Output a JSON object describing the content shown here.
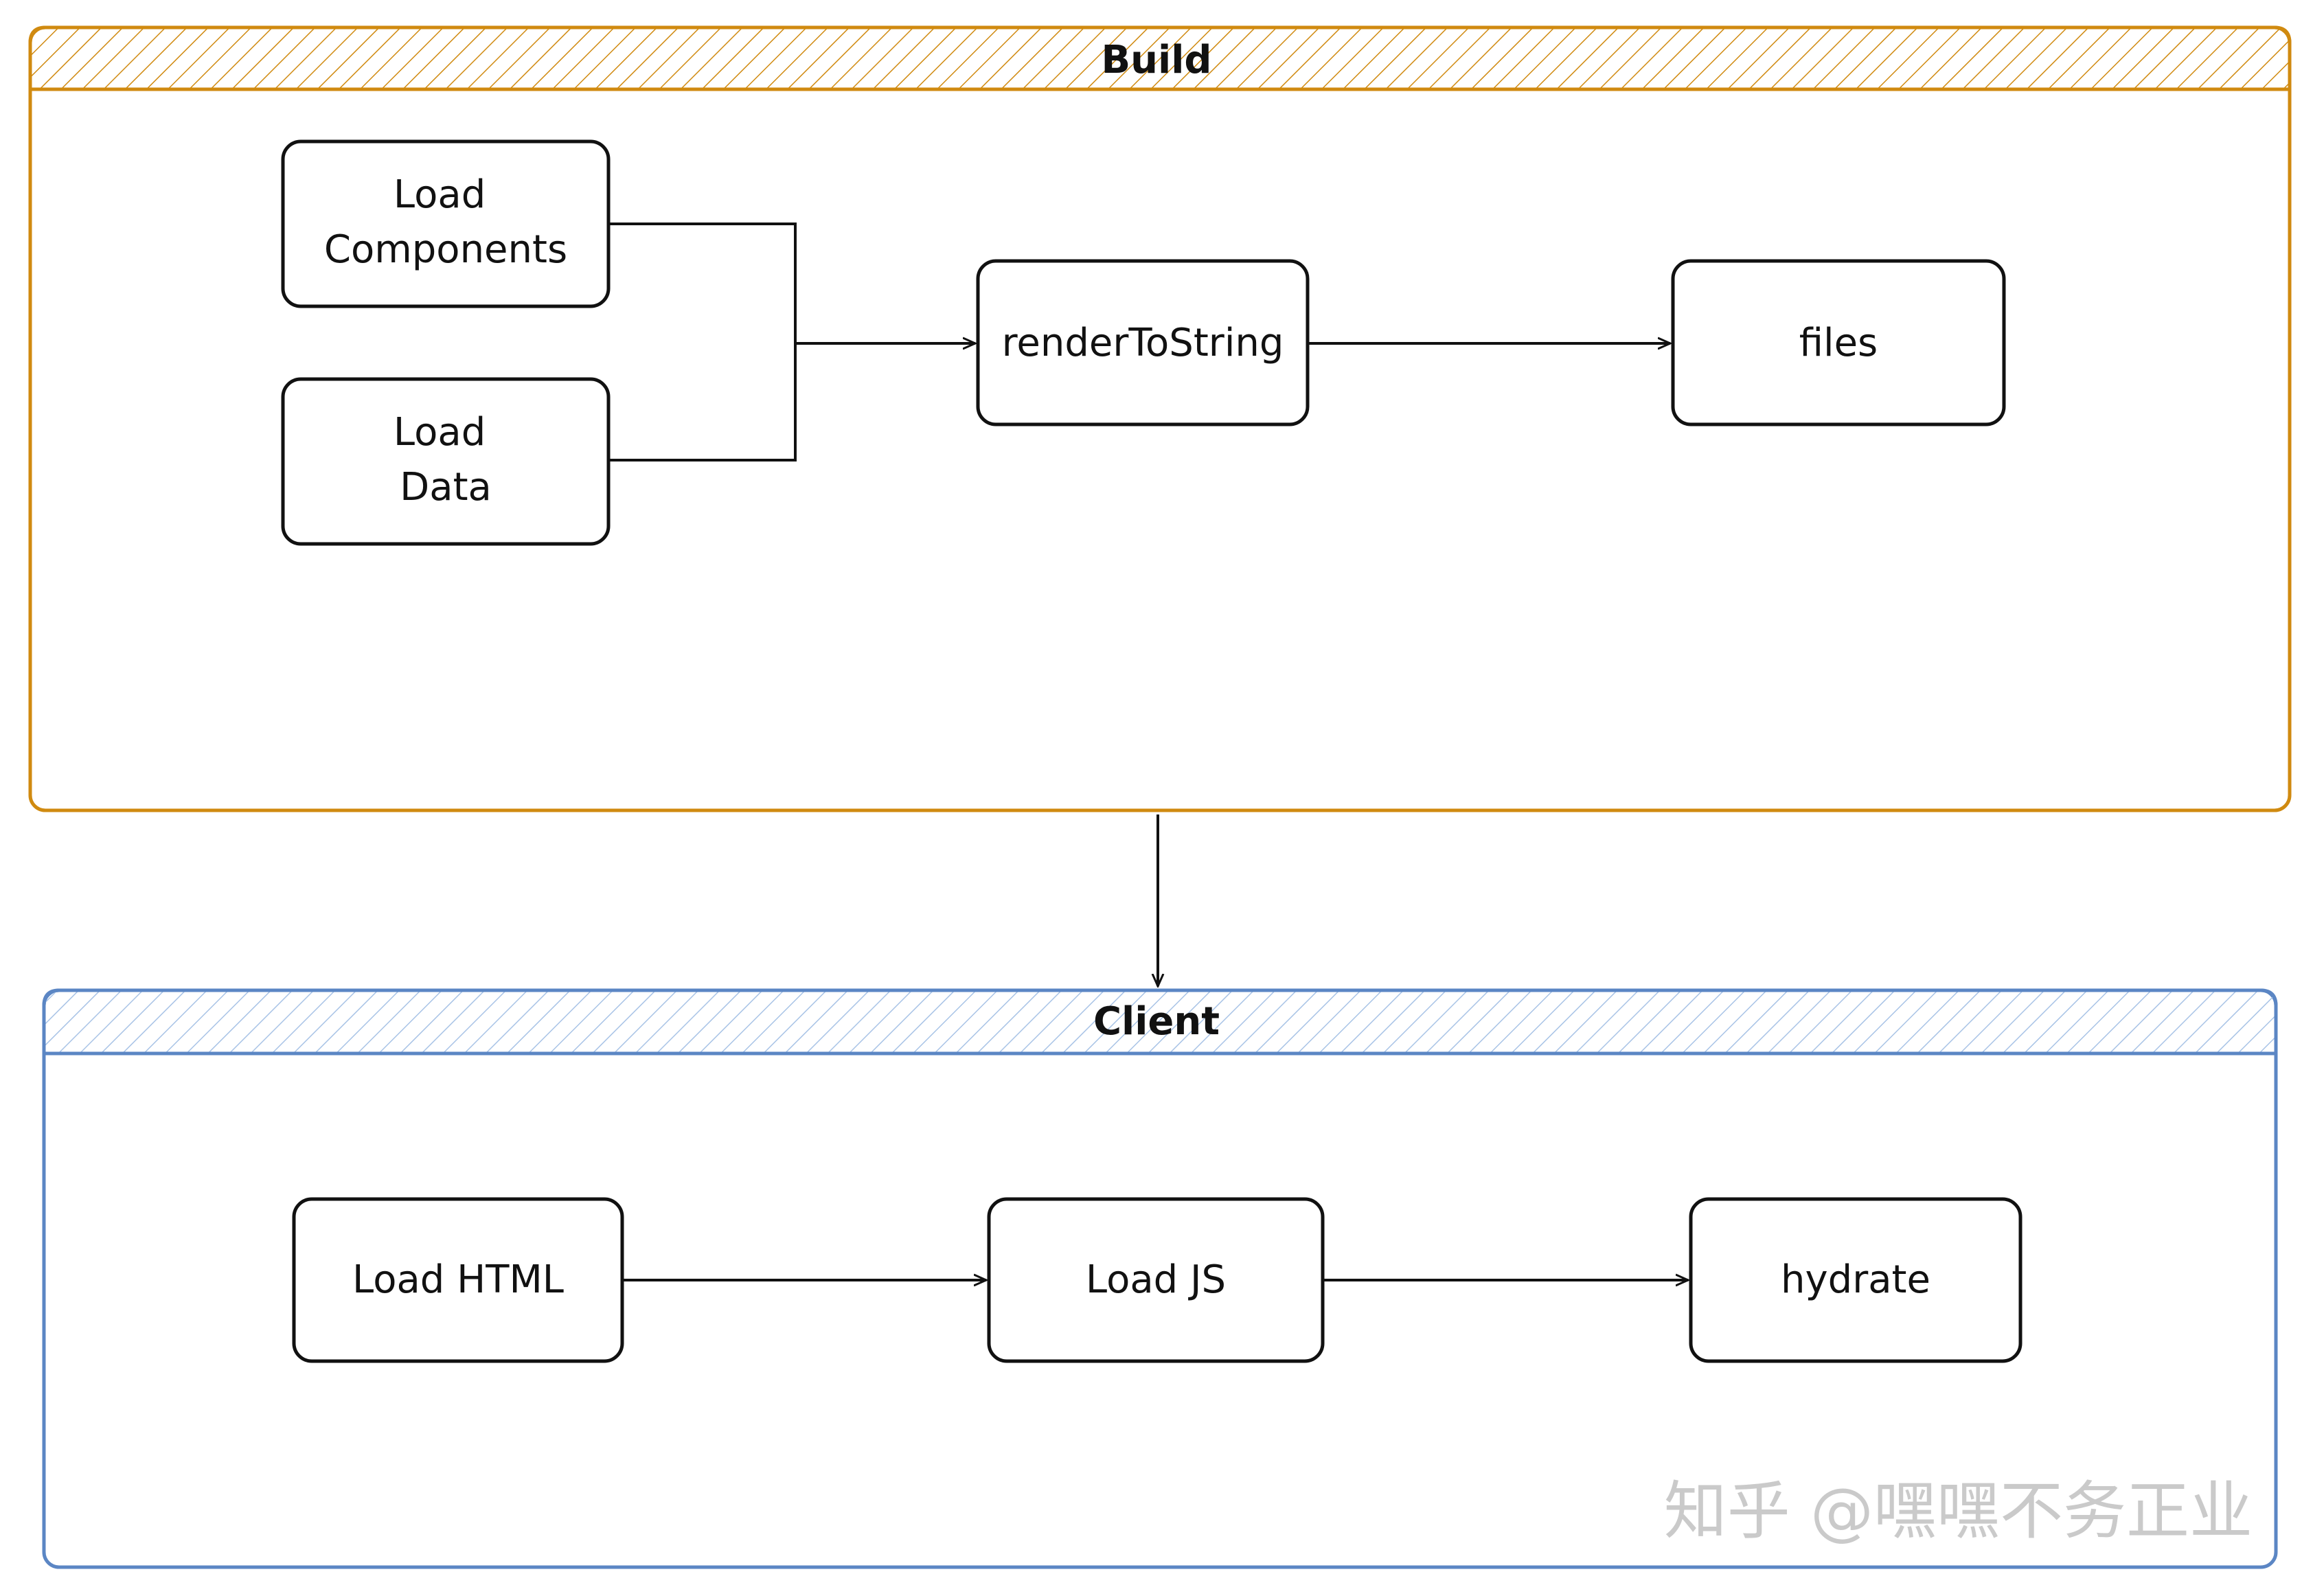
{
  "groups": {
    "build": {
      "title": "Build",
      "color": "#d08a10"
    },
    "client": {
      "title": "Client",
      "color": "#5b86c4"
    }
  },
  "nodes": {
    "load_components": {
      "lines": [
        "Load",
        "Components"
      ]
    },
    "load_data": {
      "lines": [
        "Load",
        "Data"
      ]
    },
    "render_to_string": {
      "lines": [
        "renderToString"
      ]
    },
    "files": {
      "lines": [
        "files"
      ]
    },
    "load_html": {
      "lines": [
        "Load HTML"
      ]
    },
    "load_js": {
      "lines": [
        "Load JS"
      ]
    },
    "hydrate": {
      "lines": [
        "hydrate"
      ]
    }
  },
  "watermark": {
    "text": "知乎 @嘿嘿不务正业"
  }
}
